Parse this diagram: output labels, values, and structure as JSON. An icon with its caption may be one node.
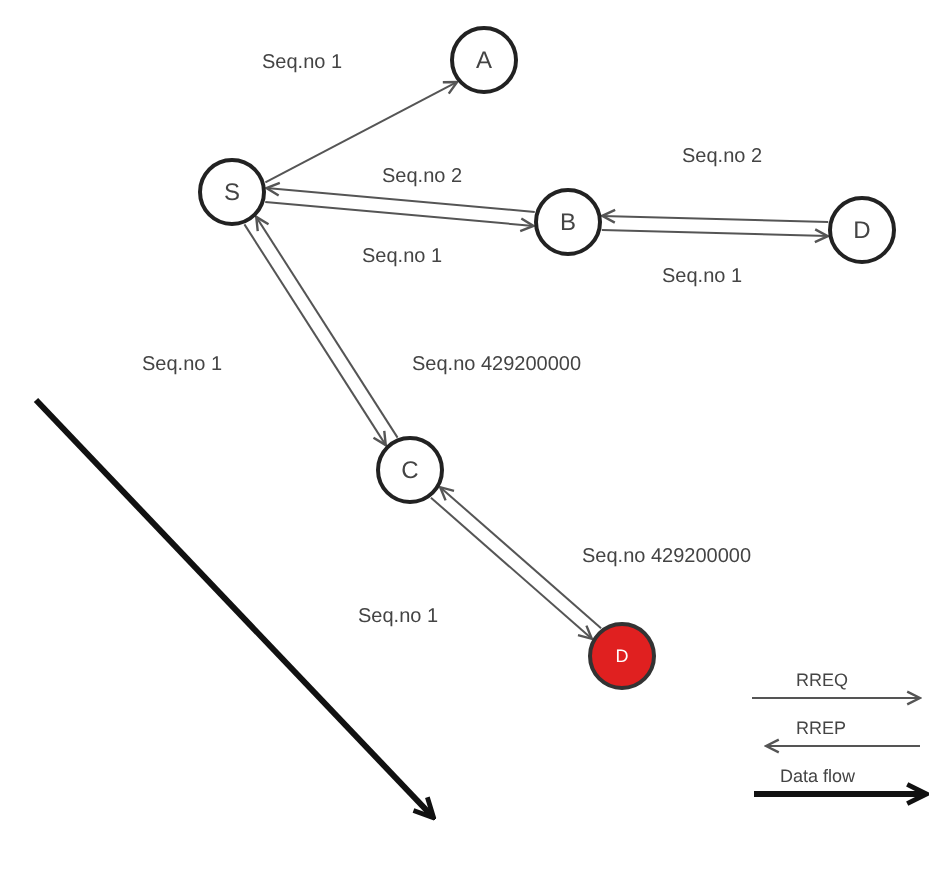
{
  "diagram": {
    "nodes": [
      {
        "text": [
          "A"
        ]
      },
      {
        "text": [
          "S"
        ]
      },
      {
        "text": [
          "B"
        ]
      },
      {
        "text": [
          "D"
        ]
      },
      {
        "text": [
          "C"
        ]
      },
      {
        "text": [
          "D"
        ]
      }
    ],
    "edges": [
      {
        "from": 1,
        "to": 0,
        "arrow": "to",
        "label": "Seq.no 1"
      },
      {
        "from": 2,
        "to": 1,
        "arrow": "to",
        "label": "Seq.no 2"
      },
      {
        "from": 1,
        "to": 2,
        "arrow": "to",
        "label": "Seq.no 1"
      },
      {
        "from": 3,
        "to": 2,
        "arrow": "to",
        "label": "Seq.no 2"
      },
      {
        "from": 2,
        "to": 3,
        "arrow": "to",
        "label": "Seq.no 1"
      },
      {
        "from": 1,
        "to": 4,
        "arrow": "to",
        "label": "Seq.no 1"
      },
      {
        "from": 4,
        "to": 1,
        "arrow": "to",
        "label": "Seq.no 429200000"
      },
      {
        "from": 4,
        "to": 5,
        "arrow": "to",
        "label": "Seq.no 1"
      },
      {
        "from": 5,
        "to": 4,
        "arrow": "to",
        "label": "Seq.no 429200000"
      }
    ],
    "legend": [
      {
        "text": "RREQ"
      },
      {
        "text": "RREP"
      },
      {
        "text": "Data flow"
      }
    ]
  }
}
